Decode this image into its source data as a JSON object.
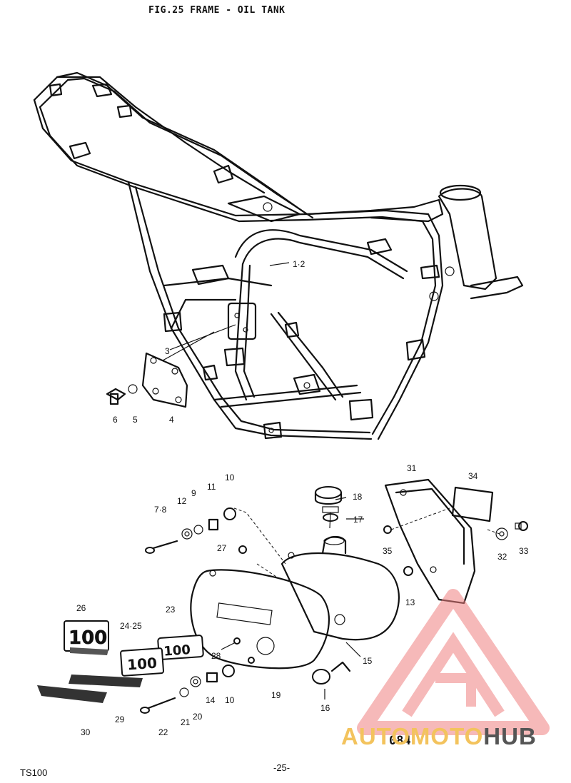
{
  "figure": {
    "title": "FIG.25  FRAME - OIL TANK",
    "page_number": "-25-",
    "model": "TS100",
    "code": "084"
  },
  "watermark": {
    "part1": "AUTO",
    "part2": "MOTO",
    "part3": "HUB",
    "color_red": "#f08080",
    "color_yellow": "#f3c35d",
    "color_gray": "#555555"
  },
  "callouts": {
    "c1_2": "1·2",
    "c3": "3",
    "c4": "4",
    "c5": "5",
    "c6": "6",
    "c7_8": "7·8",
    "c9": "9",
    "c10a": "10",
    "c10b": "10",
    "c11": "11",
    "c12": "12",
    "c13": "13",
    "c14": "14",
    "c15": "15",
    "c16": "16",
    "c17": "17",
    "c18": "18",
    "c19": "19",
    "c20": "20",
    "c21": "21",
    "c22": "22",
    "c23": "23",
    "c24_25": "24·25",
    "c26": "26",
    "c27": "27",
    "c28": "28",
    "c29": "29",
    "c30": "30",
    "c31": "31",
    "c32": "32",
    "c33": "33",
    "c34": "34",
    "c35": "35"
  },
  "emblems": {
    "emblem_100_a": "100",
    "emblem_100_b": "100",
    "emblem_100_c": "100"
  }
}
